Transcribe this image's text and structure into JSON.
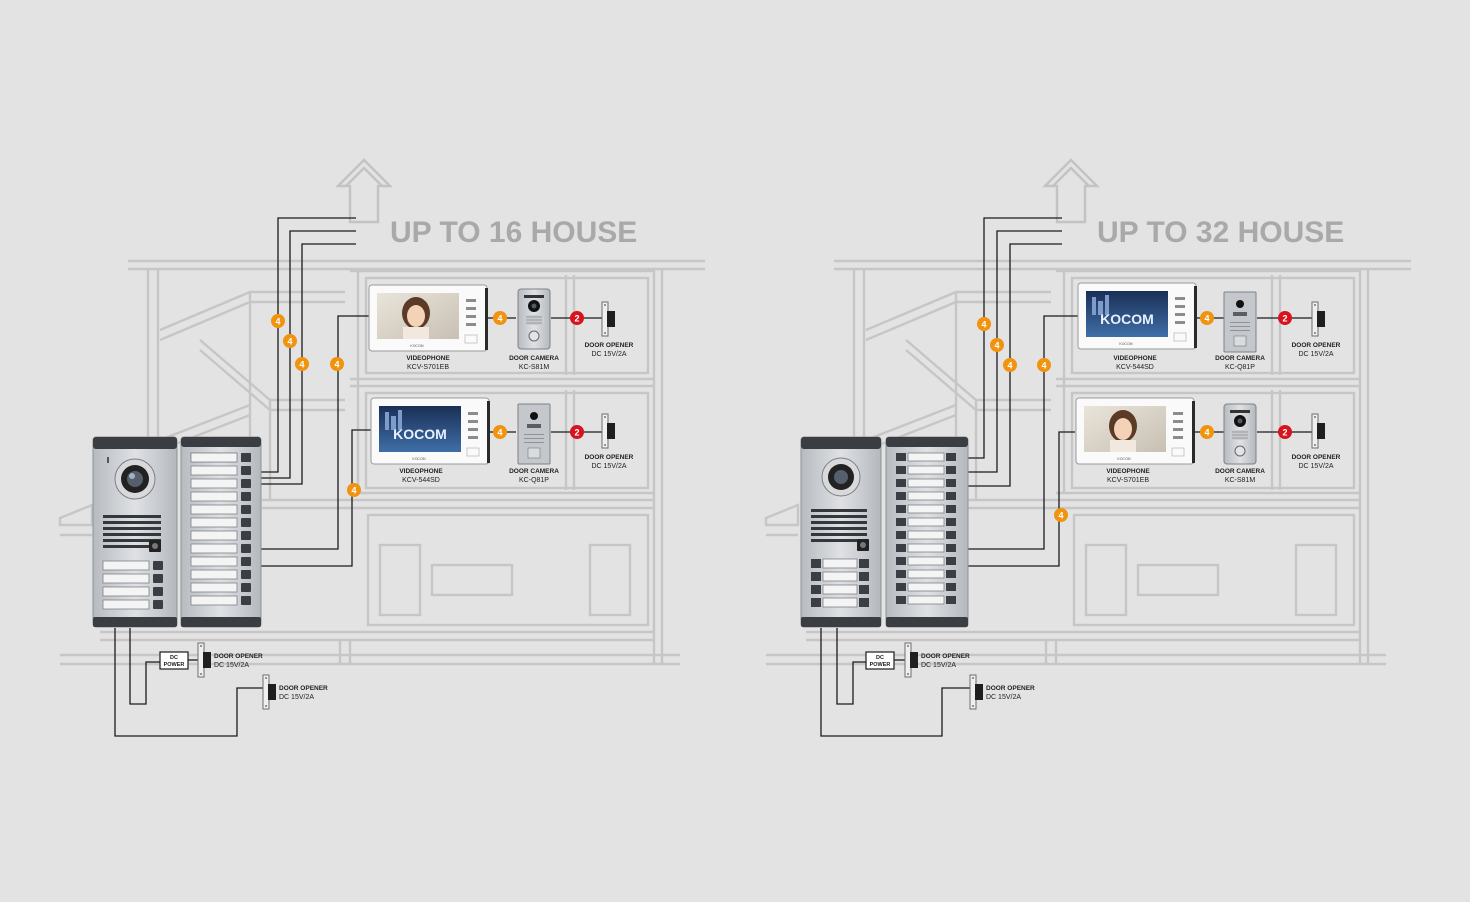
{
  "colors": {
    "background": "#e3e3e3",
    "building_outline": "#c6c6c6",
    "heading": "#a9a9a9",
    "wire": "#1c1c1c",
    "badge_4wire": "#f0930f",
    "badge_2wire": "#d6141e",
    "panel_metal": "#c9ccd0",
    "panel_dark": "#3a3d42"
  },
  "icons": {
    "badge_4": "orange-circle-number-4",
    "badge_2": "red-circle-number-2",
    "arrow": "outlined-up-arrow",
    "door_opener": "strike-lock-icon",
    "camera_lens": "round-camera-lens-icon"
  },
  "diagrams": [
    {
      "heading": "UP TO 16 HOUSE",
      "badge_4": "4",
      "badge_2": "2",
      "units": [
        {
          "videophone_label": "VIDEOPHONE",
          "videophone_model": "KCV-S701EB",
          "screen_text": "",
          "brand": "KOCOM",
          "camera_label": "DOOR CAMERA",
          "camera_model": "KC-S81M",
          "opener_label": "DOOR OPENER",
          "opener_spec": "DC 15V/2A"
        },
        {
          "videophone_label": "VIDEOPHONE",
          "videophone_model": "KCV-544SD",
          "screen_text": "KOCOM",
          "brand": "KOCOM",
          "camera_label": "DOOR CAMERA",
          "camera_model": "KC-Q81P",
          "opener_label": "DOOR OPENER",
          "opener_spec": "DC 15V/2A"
        }
      ],
      "dc_power": [
        "DC",
        "POWER"
      ],
      "lobby_opener_1": {
        "label": "DOOR OPENER",
        "spec": "DC 15V/2A"
      },
      "lobby_opener_2": {
        "label": "DOOR OPENER",
        "spec": "DC 15V/2A"
      }
    },
    {
      "heading": "UP TO 32 HOUSE",
      "badge_4": "4",
      "badge_2": "2",
      "units": [
        {
          "videophone_label": "VIDEOPHONE",
          "videophone_model": "KCV-544SD",
          "screen_text": "KOCOM",
          "brand": "KOCOM",
          "camera_label": "DOOR CAMERA",
          "camera_model": "KC-Q81P",
          "opener_label": "DOOR OPENER",
          "opener_spec": "DC 15V/2A"
        },
        {
          "videophone_label": "VIDEOPHONE",
          "videophone_model": "KCV-S701EB",
          "screen_text": "",
          "brand": "KOCOM",
          "camera_label": "DOOR CAMERA",
          "camera_model": "KC-S81M",
          "opener_label": "DOOR OPENER",
          "opener_spec": "DC 15V/2A"
        }
      ],
      "dc_power": [
        "DC",
        "POWER"
      ],
      "lobby_opener_1": {
        "label": "DOOR OPENER",
        "spec": "DC 15V/2A"
      },
      "lobby_opener_2": {
        "label": "DOOR OPENER",
        "spec": "DC 15V/2A"
      }
    }
  ]
}
